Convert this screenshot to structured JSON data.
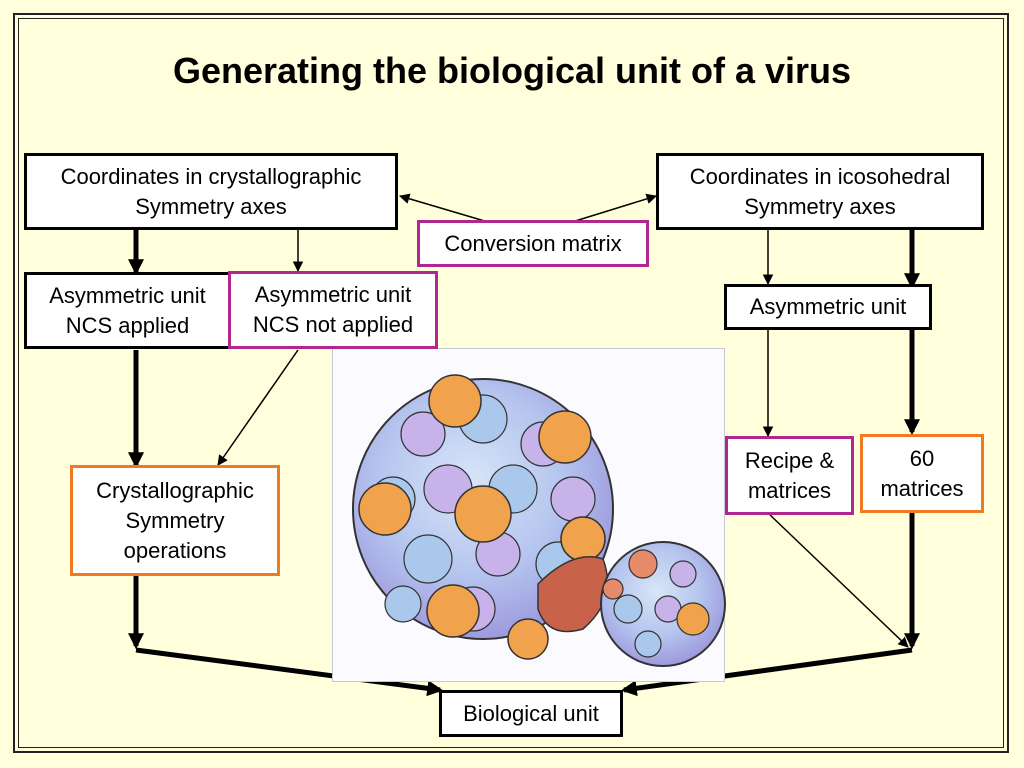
{
  "title": "Generating the biological unit of a virus",
  "boxes": {
    "crystal_coords": "Coordinates in crystallographic\nSymmetry axes",
    "icosa_coords": "Coordinates in icosohedral\nSymmetry axes",
    "conversion": "Conversion matrix",
    "asym_ncs_applied": "Asymmetric unit\nNCS applied",
    "asym_ncs_not_applied": "Asymmetric unit\nNCS not applied",
    "asym_right": "Asymmetric unit",
    "crystal_ops": "Crystallographic\nSymmetry\noperations",
    "recipe": "Recipe &\nmatrices",
    "sixty": "60\nmatrices",
    "bio_unit": "Biological unit"
  },
  "colors": {
    "background": "#FFFFDB",
    "magenta_border": "#B0278F",
    "orange_border": "#F07A22",
    "protein_blue": "#A9C8EC",
    "protein_purple": "#BBA8E6",
    "protein_orange": "#F0A24C",
    "protein_red": "#C9624A"
  },
  "image": {
    "icon": "virus-capsid-illustration"
  }
}
